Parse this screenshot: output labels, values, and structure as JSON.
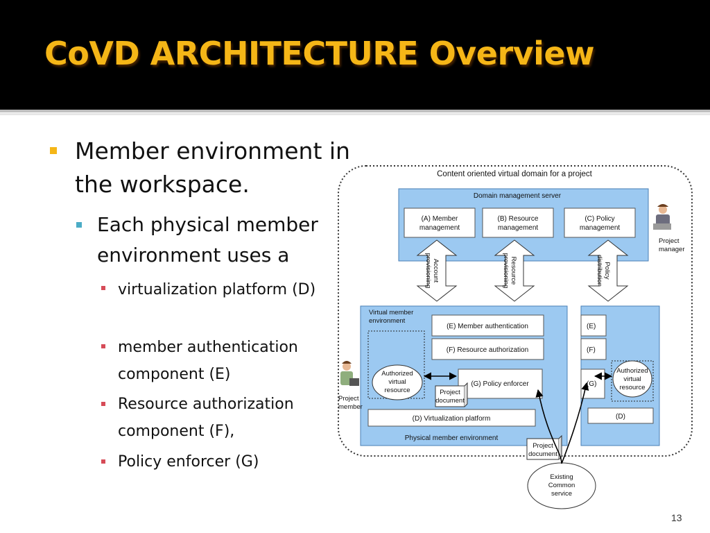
{
  "slide": {
    "title": "CoVD ARCHITECTURE Overview",
    "page_number": "13"
  },
  "bullets": {
    "level1": "Member environment in the workspace.",
    "level2": "Each physical member environment uses a",
    "level3": [
      "virtualization platform (D)",
      "member authentication component (E)",
      "Resource authorization component (F),",
      "Policy enforcer (G)"
    ]
  },
  "diagram": {
    "domain_title": "Content oriented virtual domain for a project",
    "server_title": "Domain management server",
    "server_boxes": {
      "a": [
        "(A) Member",
        "management"
      ],
      "b": [
        "(B) Resource",
        "management"
      ],
      "c": [
        "(C) Policy",
        "management"
      ]
    },
    "arrow_labels": {
      "account": [
        "Account",
        "provisioning"
      ],
      "resource": [
        "Resource",
        "provisioning"
      ],
      "policy": [
        "Policy",
        "distribution"
      ]
    },
    "project_manager": [
      "Project",
      "manager"
    ],
    "project_member": [
      "Project",
      "member"
    ],
    "virtual_member_env": [
      "Virtual member",
      "environment"
    ],
    "member_auth": "(E) Member authentication",
    "resource_auth": "(F) Resource authorization",
    "policy_enforcer": "(G) Policy enforcer",
    "authorized_resource": [
      "Authorized",
      "virtual",
      "resource"
    ],
    "project_document": [
      "Project",
      "document"
    ],
    "virtualization_platform": "(D) Virtualization platform",
    "physical_member_env": "Physical member environment",
    "right_e": "(E)",
    "right_f": "(F)",
    "right_g": "(G)",
    "right_d": "(D)",
    "existing_service": [
      "Existing",
      "Common",
      "service"
    ],
    "colors": {
      "box_fill": "#9cc9f1",
      "box_stroke": "#4a7fb5",
      "title_text": "#f5b617",
      "bullet_l1": "#f5b617",
      "bullet_l2": "#4bacc6",
      "bullet_l3": "#d64b57"
    }
  }
}
